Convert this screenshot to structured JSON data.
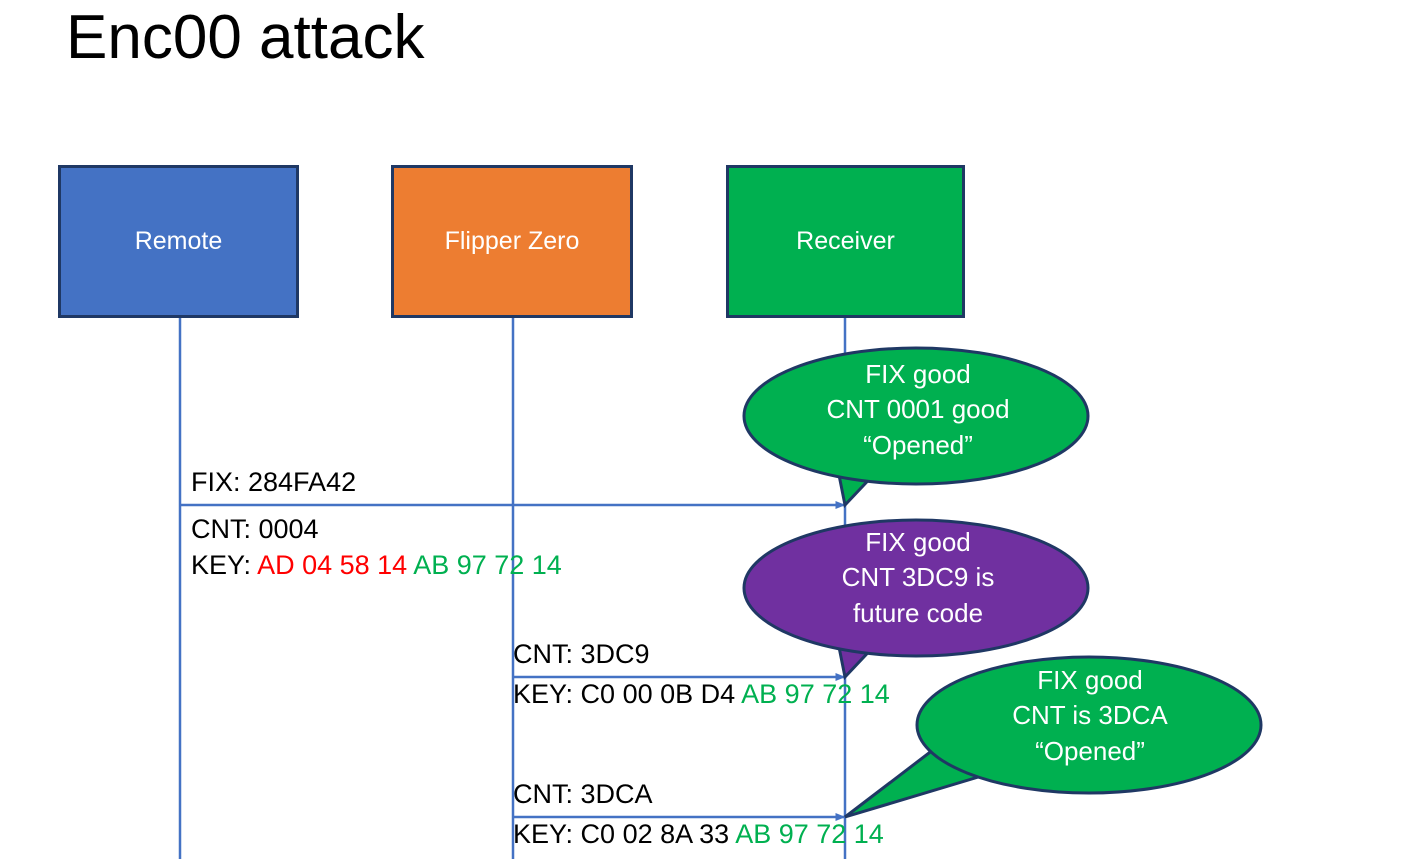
{
  "slide": {
    "title": "Enc00 attack",
    "background": "#ffffff"
  },
  "colors": {
    "remote_fill": "#4472C4",
    "flipper_fill": "#ED7D31",
    "receiver_fill": "#00B050",
    "box_border": "#1F3864",
    "lifeline": "#4472C4",
    "bubble_green": "#00B050",
    "bubble_purple": "#7030A0",
    "bubble_border": "#1F3864",
    "hex_red": "#FF0000",
    "hex_green": "#00B050",
    "text_black": "#000000"
  },
  "actors": [
    {
      "id": "remote",
      "label": "Remote"
    },
    {
      "id": "flipper",
      "label": "Flipper Zero"
    },
    {
      "id": "receiver",
      "label": "Receiver"
    }
  ],
  "messages": [
    {
      "id": "msg1-fix",
      "from": "remote",
      "to": "receiver",
      "label": "FIX: 284FA42"
    },
    {
      "id": "msg1-cnt",
      "label": "CNT: 0004"
    },
    {
      "id": "msg1-key",
      "prefix": "KEY: ",
      "hex_red": "AD 04 58 14",
      "hex_green": "AB 97 72 14"
    },
    {
      "id": "msg2-cnt",
      "from": "flipper",
      "to": "receiver",
      "label": "CNT: 3DC9"
    },
    {
      "id": "msg2-key",
      "prefix": "KEY: ",
      "hex_black": "C0 00 0B D4",
      "hex_green": "AB 97 72 14"
    },
    {
      "id": "msg3-cnt",
      "from": "flipper",
      "to": "receiver",
      "label": "CNT: 3DCA"
    },
    {
      "id": "msg3-key",
      "prefix": "KEY: ",
      "hex_black": "C0 02 8A 33",
      "hex_green": "AB 97 72 14"
    }
  ],
  "callouts": [
    {
      "id": "callout-1",
      "color": "#00B050",
      "line1": "FIX good",
      "line2": "CNT 0001 good",
      "line3": "“Opened”"
    },
    {
      "id": "callout-2",
      "color": "#7030A0",
      "line1": "FIX good",
      "line2": "CNT 3DC9 is",
      "line3": "future code"
    },
    {
      "id": "callout-3",
      "color": "#00B050",
      "line1": "FIX good",
      "line2": "CNT is 3DCA",
      "line3": "“Opened”"
    }
  ]
}
